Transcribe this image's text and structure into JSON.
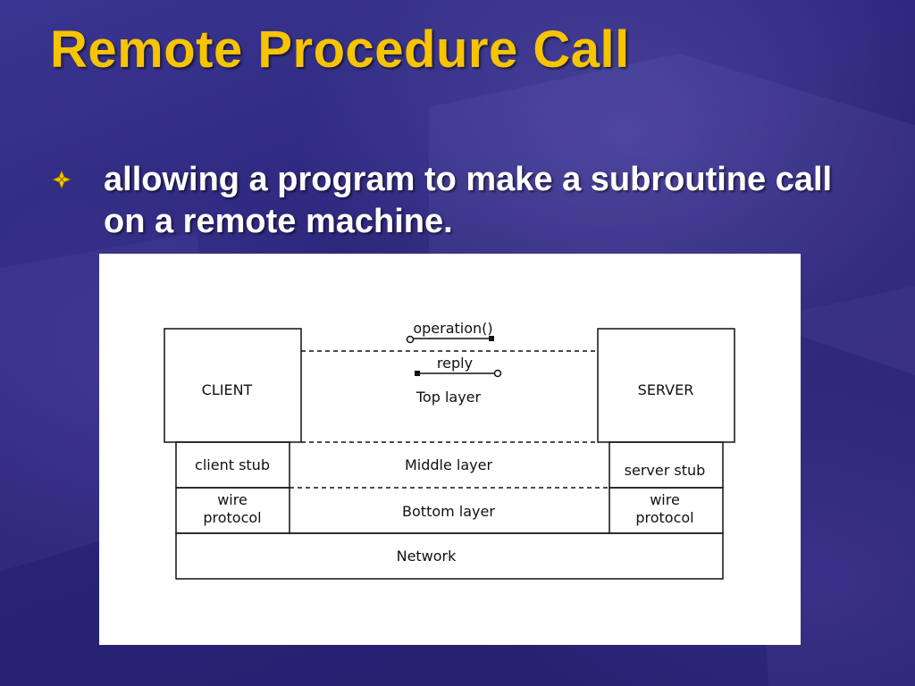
{
  "slide": {
    "title": "Remote Procedure Call",
    "bullet_text": "allowing a program to make a subroutine call on a remote machine."
  },
  "diagram": {
    "client_label": "CLIENT",
    "server_label": "SERVER",
    "operation_label": "operation()",
    "reply_label": "reply",
    "top_layer_label": "Top layer",
    "client_stub_label": "client stub",
    "middle_layer_label": "Middle layer",
    "server_stub_label": "server stub",
    "client_wire_label_line1": "wire",
    "client_wire_label_line2": "protocol",
    "bottom_layer_label": "Bottom layer",
    "server_wire_label_line1": "wire",
    "server_wire_label_line2": "protocol",
    "network_label": "Network"
  },
  "colors": {
    "background": "#2e2a82",
    "title": "#f6c400",
    "text": "#ffffff",
    "bullet": "#f6c400"
  }
}
